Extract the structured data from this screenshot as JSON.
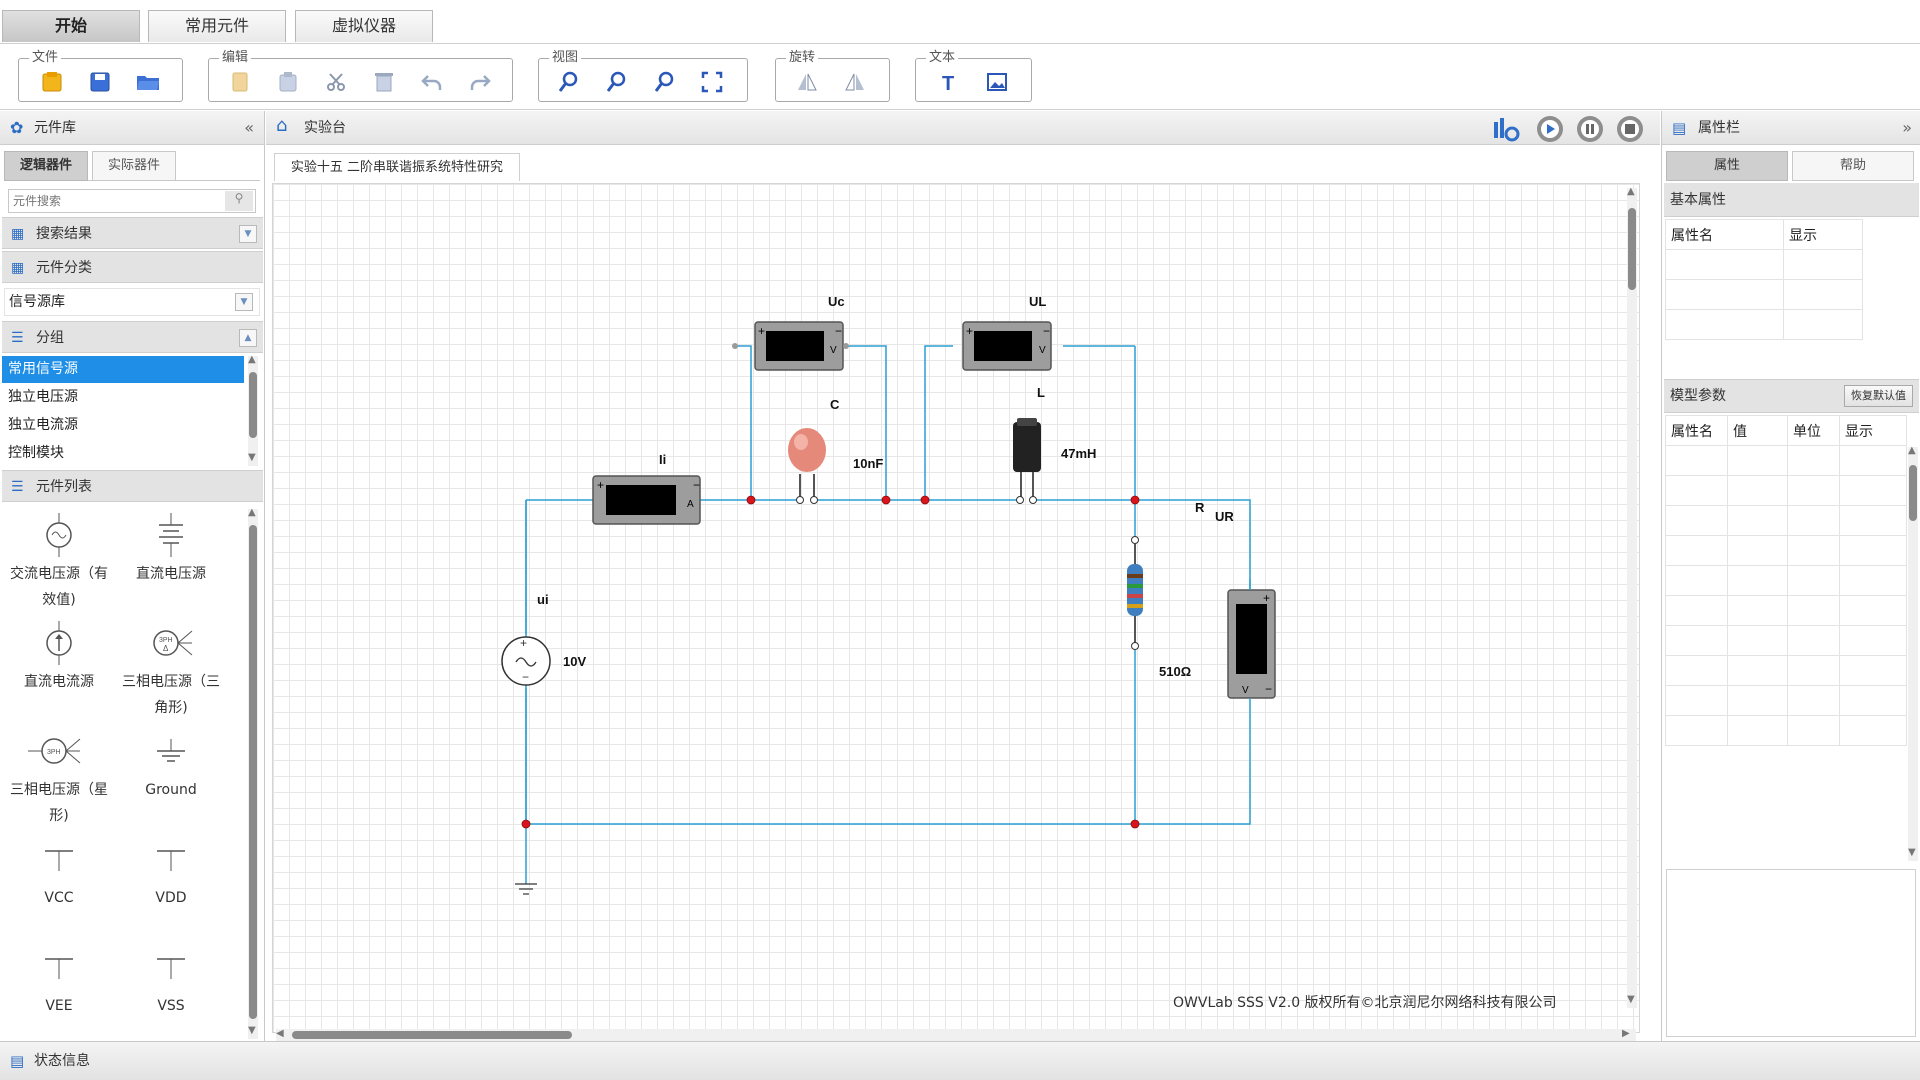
{
  "tabs": [
    "开始",
    "常用元件",
    "虚拟仪器"
  ],
  "toolbar": {
    "groups": [
      {
        "label": "文件"
      },
      {
        "label": "编辑"
      },
      {
        "label": "视图"
      },
      {
        "label": "旋转"
      },
      {
        "label": "文本"
      }
    ]
  },
  "left_panel": {
    "title": "元件库",
    "tabs": [
      "逻辑器件",
      "实际器件"
    ],
    "search_placeholder": "元件搜索",
    "search_results": "搜索结果",
    "category_header": "元件分类",
    "category_value": "信号源库",
    "group_header": "分组",
    "groups": [
      "常用信号源",
      "独立电压源",
      "独立电流源",
      "控制模块"
    ],
    "component_list_header": "元件列表",
    "components": [
      "交流电压源（有效值)",
      "直流电压源",
      "直流电流源",
      "三相电压源（三角形)",
      "三相电压源（星形)",
      "Ground",
      "VCC",
      "VDD",
      "VEE",
      "VSS"
    ]
  },
  "center": {
    "title": "实验台",
    "doc_tab": "实验十五 二阶串联谐振系统特性研究",
    "copyright": "OWVLab SSS V2.0 版权所有©北京润尼尔网络科技有限公司",
    "circuit": {
      "meter_ii": "Ii",
      "meter_uc": "Uc",
      "meter_ul": "UL",
      "meter_ur": "UR",
      "cap_label": "C",
      "cap_value": "10nF",
      "ind_label": "L",
      "ind_value": "47mH",
      "res_label": "R",
      "res_value": "510Ω",
      "src_label": "ui",
      "src_value": "10V",
      "meter_v": "V",
      "meter_a": "A"
    }
  },
  "right_panel": {
    "title": "属性栏",
    "tabs": [
      "属性",
      "帮助"
    ],
    "basic_props": "基本属性",
    "basic_cols": [
      "属性名",
      "显示"
    ],
    "model_params": "模型参数",
    "restore_default": "恢复默认值",
    "model_cols": [
      "属性名",
      "值",
      "单位",
      "显示"
    ]
  },
  "status": "状态信息",
  "colors": {
    "wire": "#2a9fd6",
    "node": "#d9151b",
    "selected": "#1e8ee6"
  }
}
